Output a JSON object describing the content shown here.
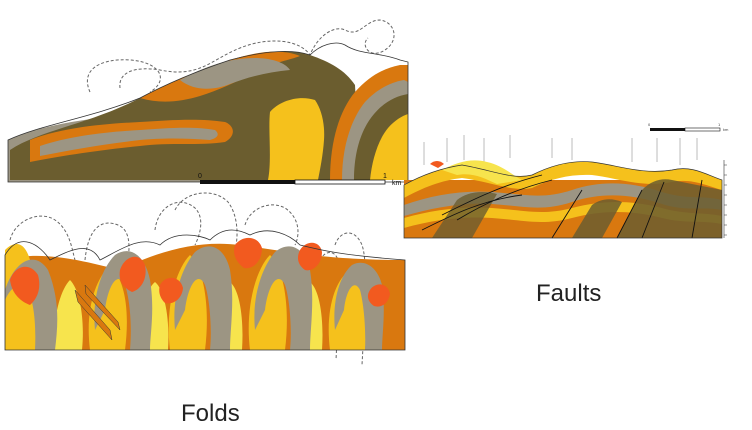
{
  "captions": {
    "folds": "Folds",
    "faults": "Faults"
  },
  "scale_bars": {
    "fold_top": {
      "start": "0",
      "end": "1",
      "unit": "km"
    },
    "faults": {
      "start": "0",
      "end": "1",
      "unit": "km"
    }
  },
  "colors": {
    "olive": "#6b5d2f",
    "orange": "#d9780f",
    "gray": "#9c9583",
    "yellow": "#f5c11c",
    "light_yellow": "#f7e44d",
    "red": "#f25a1f",
    "outline": "#333333"
  }
}
